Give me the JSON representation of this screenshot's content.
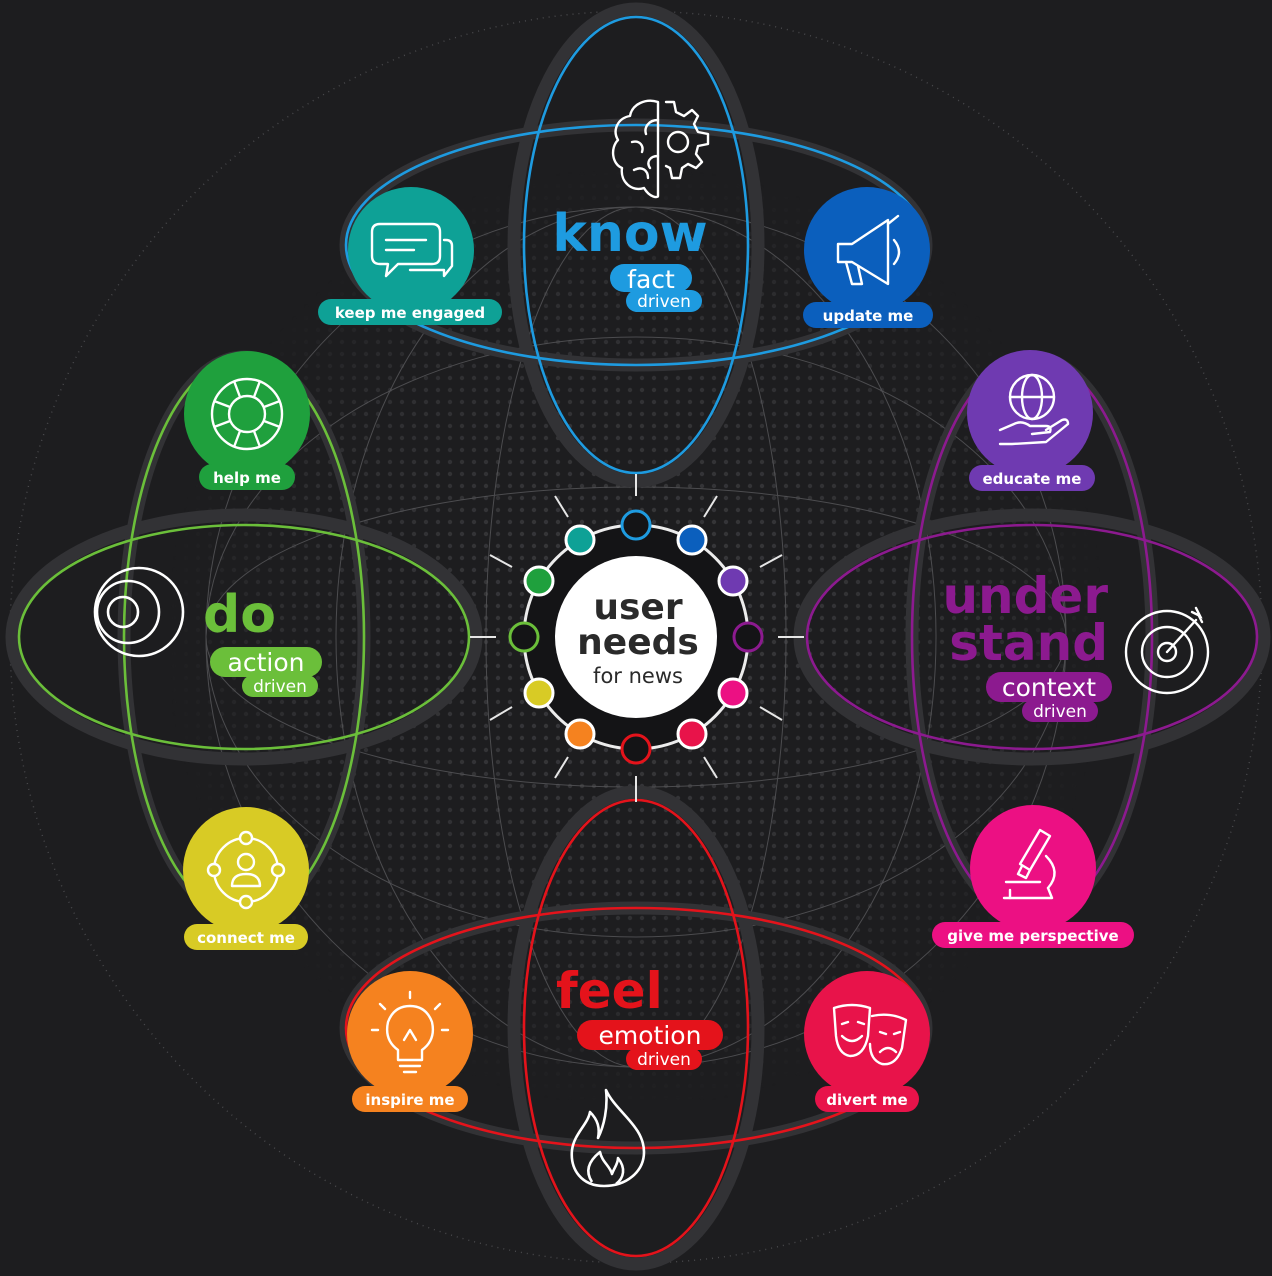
{
  "center": {
    "line1": "user",
    "line2": "needs",
    "line3": "for news"
  },
  "colors": {
    "background": "#1d1d1f",
    "know": "#1e9be0",
    "do": "#6bbf3a",
    "understand": "#8c1a8f",
    "feel": "#e4131b",
    "keep_me_engaged": "#0ea196",
    "update_me": "#0b5fbd",
    "help_me": "#1fa03d",
    "educate_me": "#6f3ab1",
    "connect_me": "#d8cb25",
    "give_me_perspective": "#ec1083",
    "inspire_me": "#f5821f",
    "divert_me": "#e8134a"
  },
  "groups": {
    "know": {
      "word": "know",
      "pill1": "fact",
      "pill2": "driven",
      "icon": "brain-gear-icon"
    },
    "do": {
      "word": "do",
      "pill1": "action",
      "pill2": "driven",
      "icon": "target-rings-icon"
    },
    "understand": {
      "word1": "under",
      "word2": "stand",
      "pill1": "context",
      "pill2": "driven",
      "icon": "dartboard-icon"
    },
    "feel": {
      "word": "feel",
      "pill1": "emotion",
      "pill2": "driven",
      "icon": "flame-icon"
    }
  },
  "needs": {
    "keep_me_engaged": {
      "label": "keep me engaged",
      "icon": "chat-bubbles-icon"
    },
    "update_me": {
      "label": "update me",
      "icon": "megaphone-icon"
    },
    "help_me": {
      "label": "help me",
      "icon": "lifebuoy-icon"
    },
    "educate_me": {
      "label": "educate me",
      "icon": "globe-hand-icon"
    },
    "connect_me": {
      "label": "connect me",
      "icon": "network-person-icon"
    },
    "give_me_perspective": {
      "label": "give me perspective",
      "icon": "microscope-icon"
    },
    "inspire_me": {
      "label": "inspire me",
      "icon": "lightbulb-icon"
    },
    "divert_me": {
      "label": "divert me",
      "icon": "theatre-masks-icon"
    }
  }
}
